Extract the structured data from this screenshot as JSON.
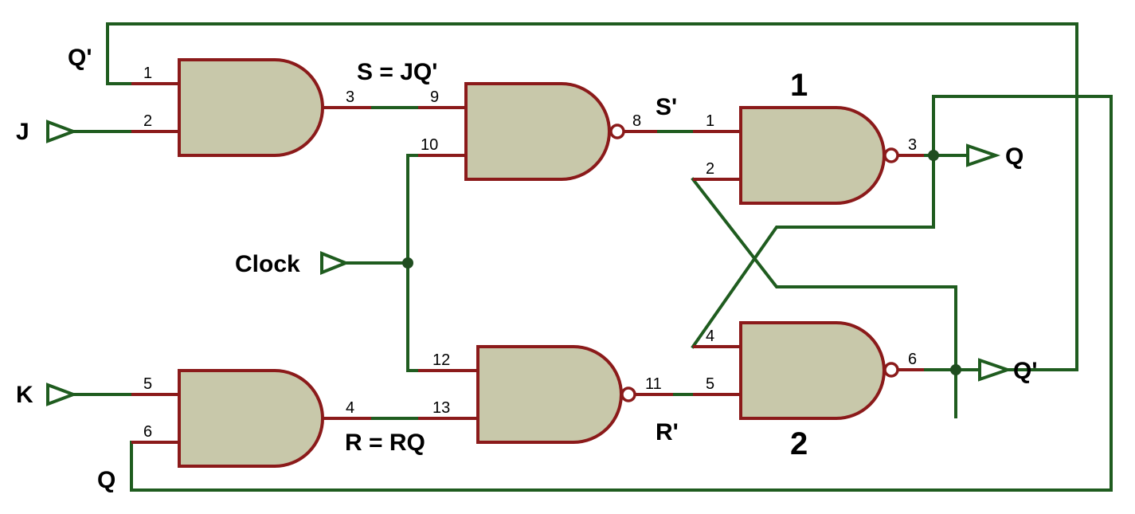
{
  "labels": {
    "j": "J",
    "k": "K",
    "clock": "Clock",
    "q_feedback_top": "Q'",
    "q_feedback_bottom": "Q",
    "s_eq": "S = JQ'",
    "r_eq": "R = RQ",
    "s_prime": "S'",
    "r_prime": "R'",
    "q_out": "Q",
    "qbar_out": "Q'",
    "gate1": "1",
    "gate2": "2"
  },
  "pins": {
    "and1_in1": "1",
    "and1_in2": "2",
    "and1_out": "3",
    "nand_s_in1": "9",
    "nand_s_in2": "10",
    "nand_s_out": "8",
    "latch1_in1": "1",
    "latch1_in2": "2",
    "latch1_out": "3",
    "and2_in1": "5",
    "and2_in2": "6",
    "and2_out": "4",
    "nand_r_in1": "12",
    "nand_r_in2": "13",
    "nand_r_out": "11",
    "latch2_in1": "4",
    "latch2_in2": "5",
    "latch2_out": "6"
  },
  "colors": {
    "wire": "#1f5c1f",
    "pin": "#8b1a1a",
    "gate_fill": "#c8c8aa"
  }
}
